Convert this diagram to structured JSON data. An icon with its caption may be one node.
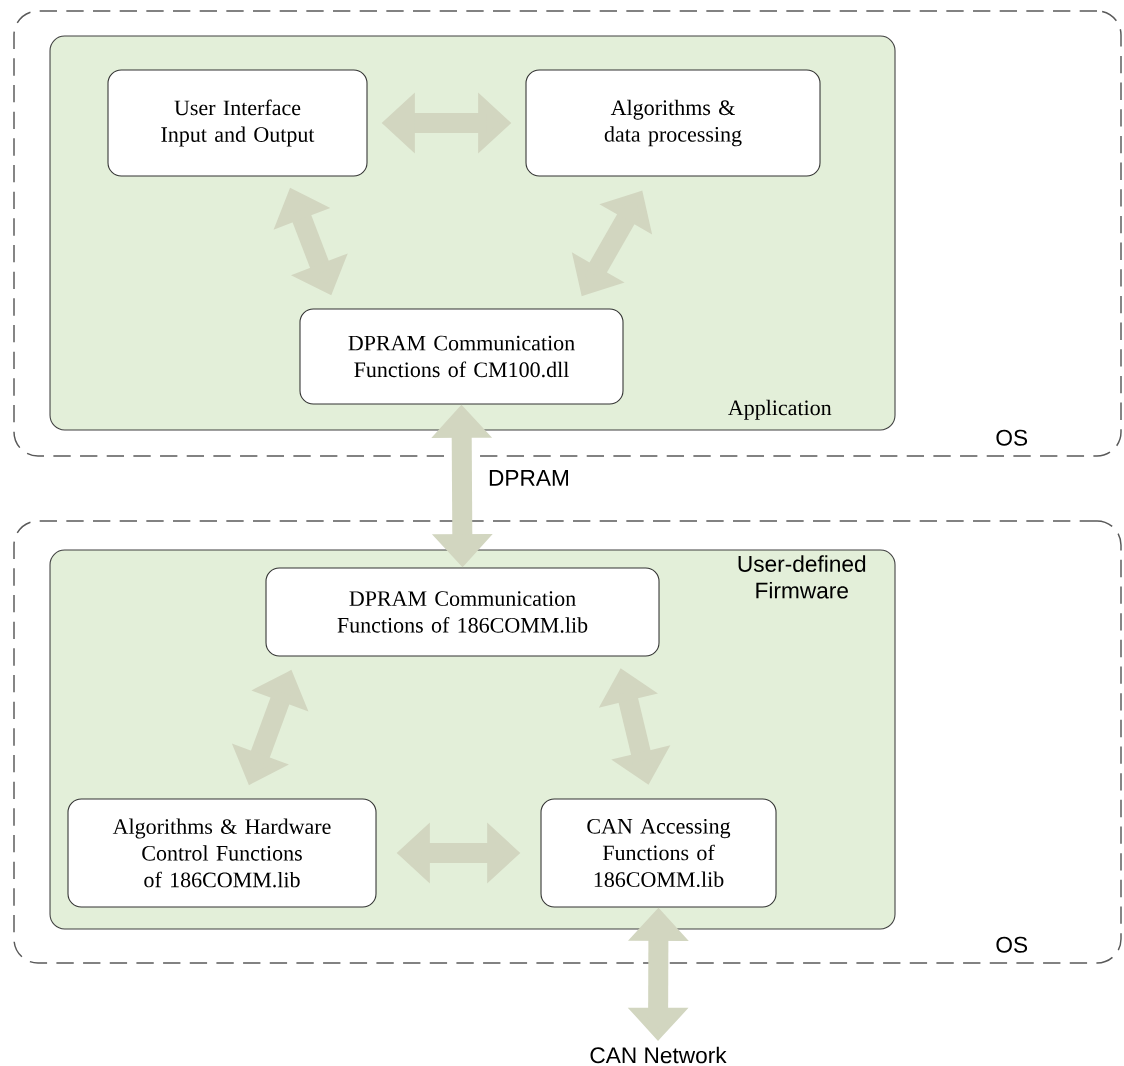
{
  "diagram": {
    "nodes": [
      {
        "text": [
          "OS"
        ]
      },
      {
        "text": [
          "Application"
        ],
        "in": 0
      },
      {
        "text": [
          "User Interface Input and Output"
        ],
        "in": 1
      },
      {
        "text": [
          "Algorithms & data processing"
        ],
        "in": 1
      },
      {
        "text": [
          "DPRAM Communication Functions of CM100.dll"
        ],
        "in": 1
      },
      {
        "text": [
          "OS"
        ]
      },
      {
        "text": [
          "User-defined Firmware"
        ],
        "in": 5
      },
      {
        "text": [
          "DPRAM Communication Functions of 186COMM.lib"
        ],
        "in": 6
      },
      {
        "text": [
          "Algorithms & Hardware Control Functions of 186COMM.lib"
        ],
        "in": 6
      },
      {
        "text": [
          "CAN Accessing Functions of 186COMM.lib"
        ],
        "in": 6
      },
      {
        "text": [
          "CAN Network"
        ]
      }
    ],
    "edges": [
      {
        "from": 2,
        "to": 3,
        "arrow": "both"
      },
      {
        "from": 2,
        "to": 4,
        "arrow": "both"
      },
      {
        "from": 3,
        "to": 4,
        "arrow": "both"
      },
      {
        "from": 4,
        "to": 7,
        "arrow": "both",
        "label": "DPRAM"
      },
      {
        "from": 7,
        "to": 8,
        "arrow": "both"
      },
      {
        "from": 7,
        "to": 9,
        "arrow": "both"
      },
      {
        "from": 8,
        "to": 9,
        "arrow": "both"
      },
      {
        "from": 9,
        "to": 10,
        "arrow": "both"
      }
    ]
  }
}
